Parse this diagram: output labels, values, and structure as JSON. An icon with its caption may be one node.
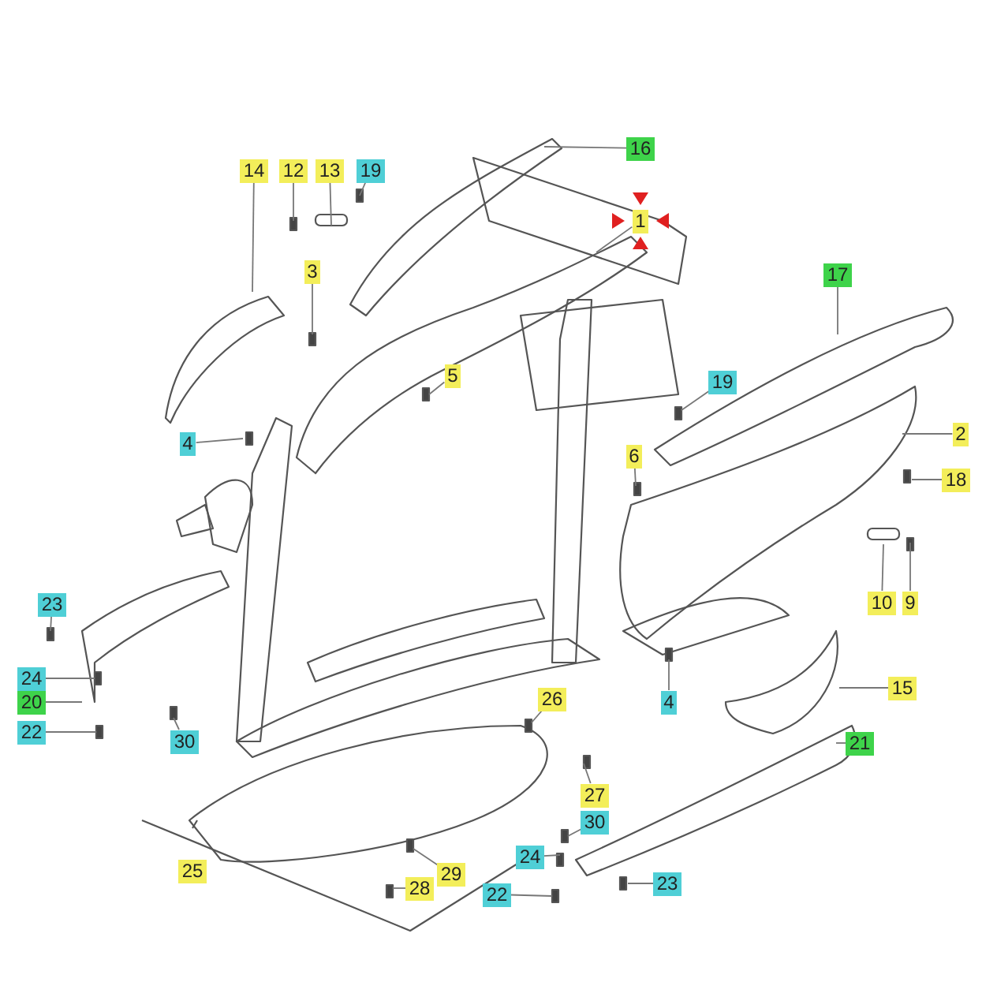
{
  "diagram": {
    "nodes": [
      {
        "text": [
          "14"
        ]
      },
      {
        "text": [
          "12"
        ]
      },
      {
        "text": [
          "13"
        ]
      },
      {
        "text": [
          "19"
        ]
      },
      {
        "text": [
          "16"
        ]
      },
      {
        "text": [
          "1"
        ]
      },
      {
        "text": [
          "3"
        ]
      },
      {
        "text": [
          "17"
        ]
      },
      {
        "text": [
          "5"
        ]
      },
      {
        "text": [
          "19"
        ]
      },
      {
        "text": [
          "4"
        ]
      },
      {
        "text": [
          "2"
        ]
      },
      {
        "text": [
          "6"
        ]
      },
      {
        "text": [
          "18"
        ]
      },
      {
        "text": [
          "23"
        ]
      },
      {
        "text": [
          "10"
        ]
      },
      {
        "text": [
          "9"
        ]
      },
      {
        "text": [
          "24"
        ]
      },
      {
        "text": [
          "20"
        ]
      },
      {
        "text": [
          "4"
        ]
      },
      {
        "text": [
          "15"
        ]
      },
      {
        "text": [
          "22"
        ]
      },
      {
        "text": [
          "30"
        ]
      },
      {
        "text": [
          "26"
        ]
      },
      {
        "text": [
          "21"
        ]
      },
      {
        "text": [
          "27"
        ]
      },
      {
        "text": [
          "30"
        ]
      },
      {
        "text": [
          "24"
        ]
      },
      {
        "text": [
          "25"
        ]
      },
      {
        "text": [
          "29"
        ]
      },
      {
        "text": [
          "28"
        ]
      },
      {
        "text": [
          "22"
        ]
      },
      {
        "text": [
          "23"
        ]
      }
    ],
    "edges": [
      {
        "from": 0,
        "to": null,
        "arrow": "none"
      },
      {
        "from": 1,
        "to": null,
        "arrow": "none"
      },
      {
        "from": 2,
        "to": null,
        "arrow": "none"
      },
      {
        "from": 3,
        "to": null,
        "arrow": "none"
      },
      {
        "from": 4,
        "to": null,
        "arrow": "none"
      },
      {
        "from": 5,
        "to": null,
        "arrow": "none"
      },
      {
        "from": 6,
        "to": null,
        "arrow": "none"
      },
      {
        "from": 7,
        "to": null,
        "arrow": "none"
      },
      {
        "from": 8,
        "to": null,
        "arrow": "none"
      },
      {
        "from": 9,
        "to": null,
        "arrow": "none"
      },
      {
        "from": 10,
        "to": null,
        "arrow": "none"
      },
      {
        "from": 11,
        "to": null,
        "arrow": "none"
      },
      {
        "from": 12,
        "to": null,
        "arrow": "none"
      },
      {
        "from": 13,
        "to": null,
        "arrow": "none"
      },
      {
        "from": 14,
        "to": null,
        "arrow": "none"
      },
      {
        "from": 15,
        "to": null,
        "arrow": "none"
      },
      {
        "from": 16,
        "to": null,
        "arrow": "none"
      },
      {
        "from": 17,
        "to": null,
        "arrow": "none"
      },
      {
        "from": 18,
        "to": null,
        "arrow": "none"
      },
      {
        "from": 19,
        "to": null,
        "arrow": "none"
      },
      {
        "from": 20,
        "to": null,
        "arrow": "none"
      },
      {
        "from": 21,
        "to": null,
        "arrow": "none"
      },
      {
        "from": 22,
        "to": null,
        "arrow": "none"
      },
      {
        "from": 23,
        "to": null,
        "arrow": "none"
      },
      {
        "from": 24,
        "to": null,
        "arrow": "none"
      },
      {
        "from": 25,
        "to": null,
        "arrow": "none"
      },
      {
        "from": 26,
        "to": null,
        "arrow": "none"
      },
      {
        "from": 27,
        "to": null,
        "arrow": "none"
      },
      {
        "from": 29,
        "to": null,
        "arrow": "none"
      },
      {
        "from": 30,
        "to": null,
        "arrow": "none"
      },
      {
        "from": 31,
        "to": null,
        "arrow": "none"
      },
      {
        "from": 32,
        "to": null,
        "arrow": "none"
      }
    ]
  }
}
